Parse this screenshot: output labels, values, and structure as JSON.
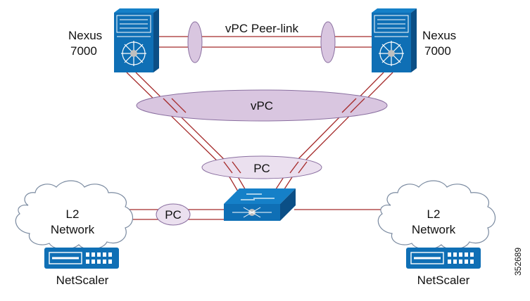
{
  "switches": {
    "left": {
      "line1": "Nexus",
      "line2": "7000"
    },
    "right": {
      "line1": "Nexus",
      "line2": "7000"
    }
  },
  "links": {
    "peer_link": "vPC Peer-link",
    "vpc": "vPC",
    "pc_center": "PC",
    "pc_left": "PC"
  },
  "clouds": {
    "left": {
      "line1": "L2",
      "line2": "Network"
    },
    "right": {
      "line1": "L2",
      "line2": "Network"
    }
  },
  "appliances": {
    "left": "NetScaler",
    "right": "NetScaler"
  },
  "figure_id": "352689"
}
